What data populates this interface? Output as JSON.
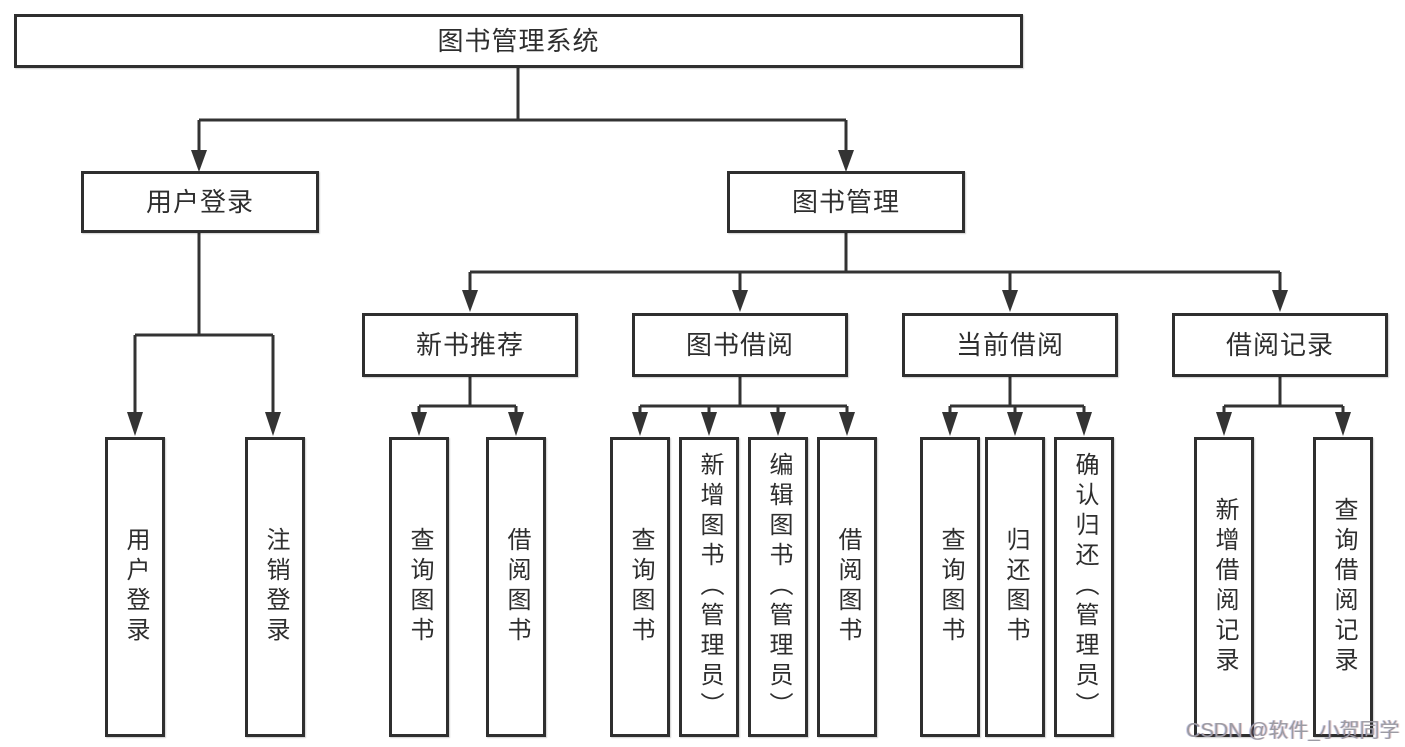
{
  "diagram": {
    "root": {
      "label": "图书管理系统"
    },
    "level2": [
      {
        "label": "用户登录"
      },
      {
        "label": "图书管理"
      }
    ],
    "level3": [
      {
        "label": "新书推荐"
      },
      {
        "label": "图书借阅"
      },
      {
        "label": "当前借阅"
      },
      {
        "label": "借阅记录"
      }
    ],
    "leaves": {
      "user_login": [
        "用户登录",
        "注销登录"
      ],
      "new_book_recommend": [
        "查询图书",
        "借阅图书"
      ],
      "book_borrow": [
        "查询图书",
        "新增图书（管理员）",
        "编辑图书（管理员）",
        "借阅图书"
      ],
      "current_borrow": [
        "查询图书",
        "归还图书",
        "确认归还（管理员）"
      ],
      "borrow_record": [
        "新增借阅记录",
        "查询借阅记录"
      ]
    },
    "watermark": "CSDN @软件_小贺同学",
    "colors": {
      "line": "#333333",
      "box_border": "#2f2f2f",
      "text": "#2e2e2e",
      "watermark": "#9b9ba3"
    }
  }
}
